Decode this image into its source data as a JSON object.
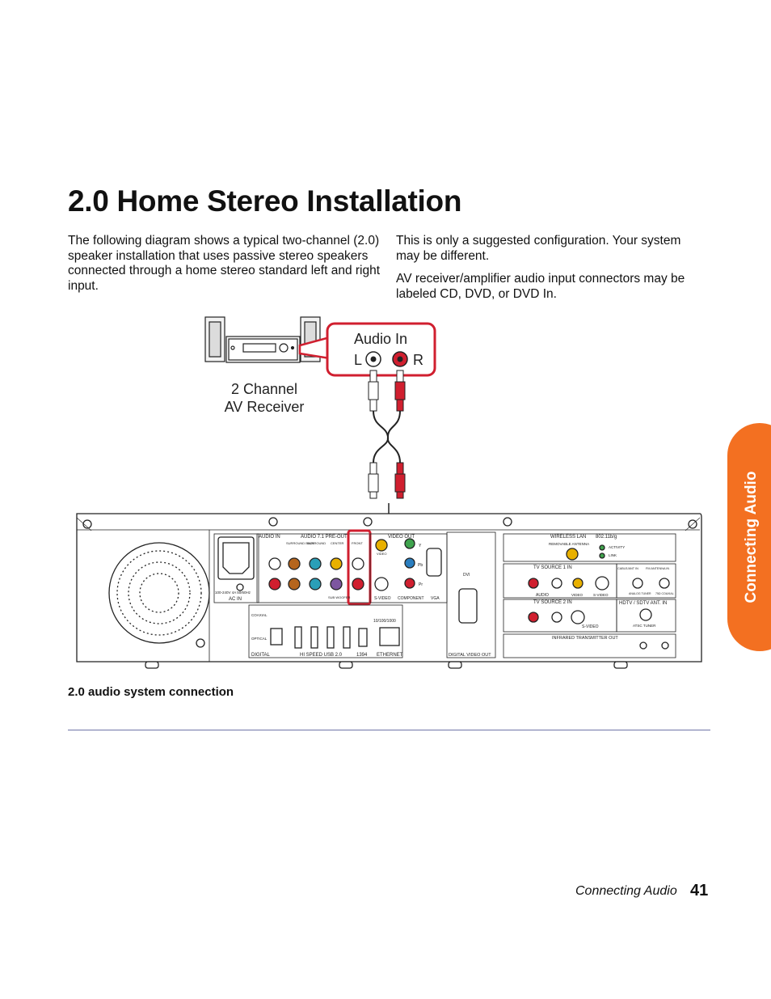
{
  "page": {
    "title": "2.0 Home Stereo Installation",
    "paragraph_left": "The following diagram shows a typical two-channel (2.0) speaker installation that uses passive stereo speakers connected through a home stereo standard left and right input.",
    "paragraph_right_1": "This is only a suggested configuration. Your system may be different.",
    "paragraph_right_2": "AV receiver/amplifier audio input connectors may be labeled CD, DVD, or DVD In.",
    "caption": "2.0 audio system connection",
    "side_tab": "Connecting Audio",
    "footer_section": "Connecting Audio",
    "page_number": "41"
  },
  "diagram": {
    "audio_in_label": "Audio In",
    "left_label": "L",
    "right_label": "R",
    "receiver_line1": "2 Channel",
    "receiver_line2": "AV Receiver",
    "ac_in": "AC IN",
    "voltage": "100-240V 4A 50/60Hz",
    "audio_in_small": "AUDIO IN",
    "audio_71": "AUDIO 7.1 PRE-OUT",
    "surround_back": "SURROUND BACK",
    "surround": "SURROUND",
    "center": "CENTER",
    "front": "FRONT",
    "sub_woofer": "SUB WOOFER",
    "video_out": "VIDEO OUT",
    "video": "VIDEO",
    "s_video": "S-VIDEO",
    "component": "COMPONENT",
    "vga": "VGA",
    "y": "Y",
    "pb": "Pb",
    "pr": "Pr",
    "coaxial": "COAXIAL",
    "optical": "OPTICAL",
    "digital": "DIGITAL",
    "hi_speed_usb": "HI SPEED USB 2.0",
    "fw_1394": "1394",
    "ethernet": "ETHERNET",
    "ethernet_speed": "10/100/1000",
    "dvi": "DVI",
    "digital_video_out": "DIGITAL VIDEO OUT",
    "wireless_lan": "WIRELESS LAN",
    "wlan_std": "802.11b/g",
    "removable_antenna": "REMOVABLE ANTENNA",
    "activity": "ACTIVITY",
    "link": "LINK",
    "tv_source_1": "TV SOURCE 1 IN",
    "tv_source_2": "TV SOURCE 2 IN",
    "audio": "AUDIO",
    "cable_ant_in": "CABLE/ANT IN",
    "fm_antenna_in": "FM ANTENNA IN",
    "analog_tuner": "ANALOG TUNER",
    "ohm_coaxial": "75Ω COAXIAL",
    "hdtv_sdtv": "HDTV / SDTV ANT. IN",
    "atsc_tuner": "ATSC TUNER",
    "infrared_out": "INFRARED TRANSMITTER OUT",
    "l": "L",
    "r": "R",
    "one": "1",
    "two": "2"
  },
  "colors": {
    "accent_orange": "#f37021",
    "callout_red": "#d01f2f",
    "rule_blue": "#6f74a8"
  }
}
